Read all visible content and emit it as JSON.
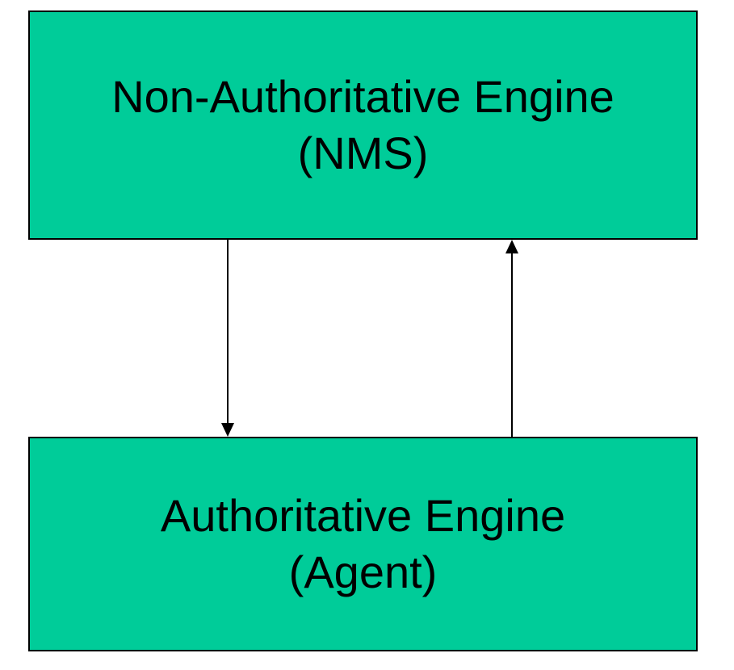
{
  "nodes": {
    "top": {
      "line1": "Non-Authoritative Engine",
      "line2": "(NMS)"
    },
    "bottom": {
      "line1": "Authoritative Engine",
      "line2": "(Agent)"
    }
  },
  "edges": [
    {
      "from": "top",
      "to": "bottom"
    },
    {
      "from": "bottom",
      "to": "top"
    }
  ],
  "colors": {
    "box_fill": "#00cc99",
    "stroke": "#000000"
  }
}
